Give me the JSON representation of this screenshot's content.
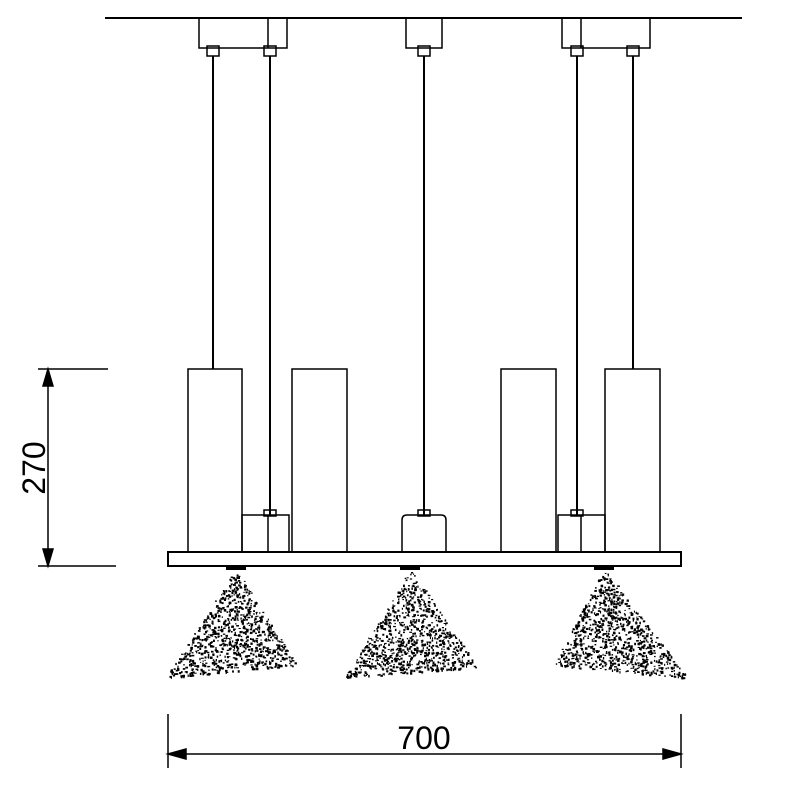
{
  "dimensions": {
    "height_label": "270",
    "width_label": "700"
  },
  "colors": {
    "line": "#000000",
    "background": "#ffffff"
  },
  "cone_count": 3,
  "block_count": 4
}
